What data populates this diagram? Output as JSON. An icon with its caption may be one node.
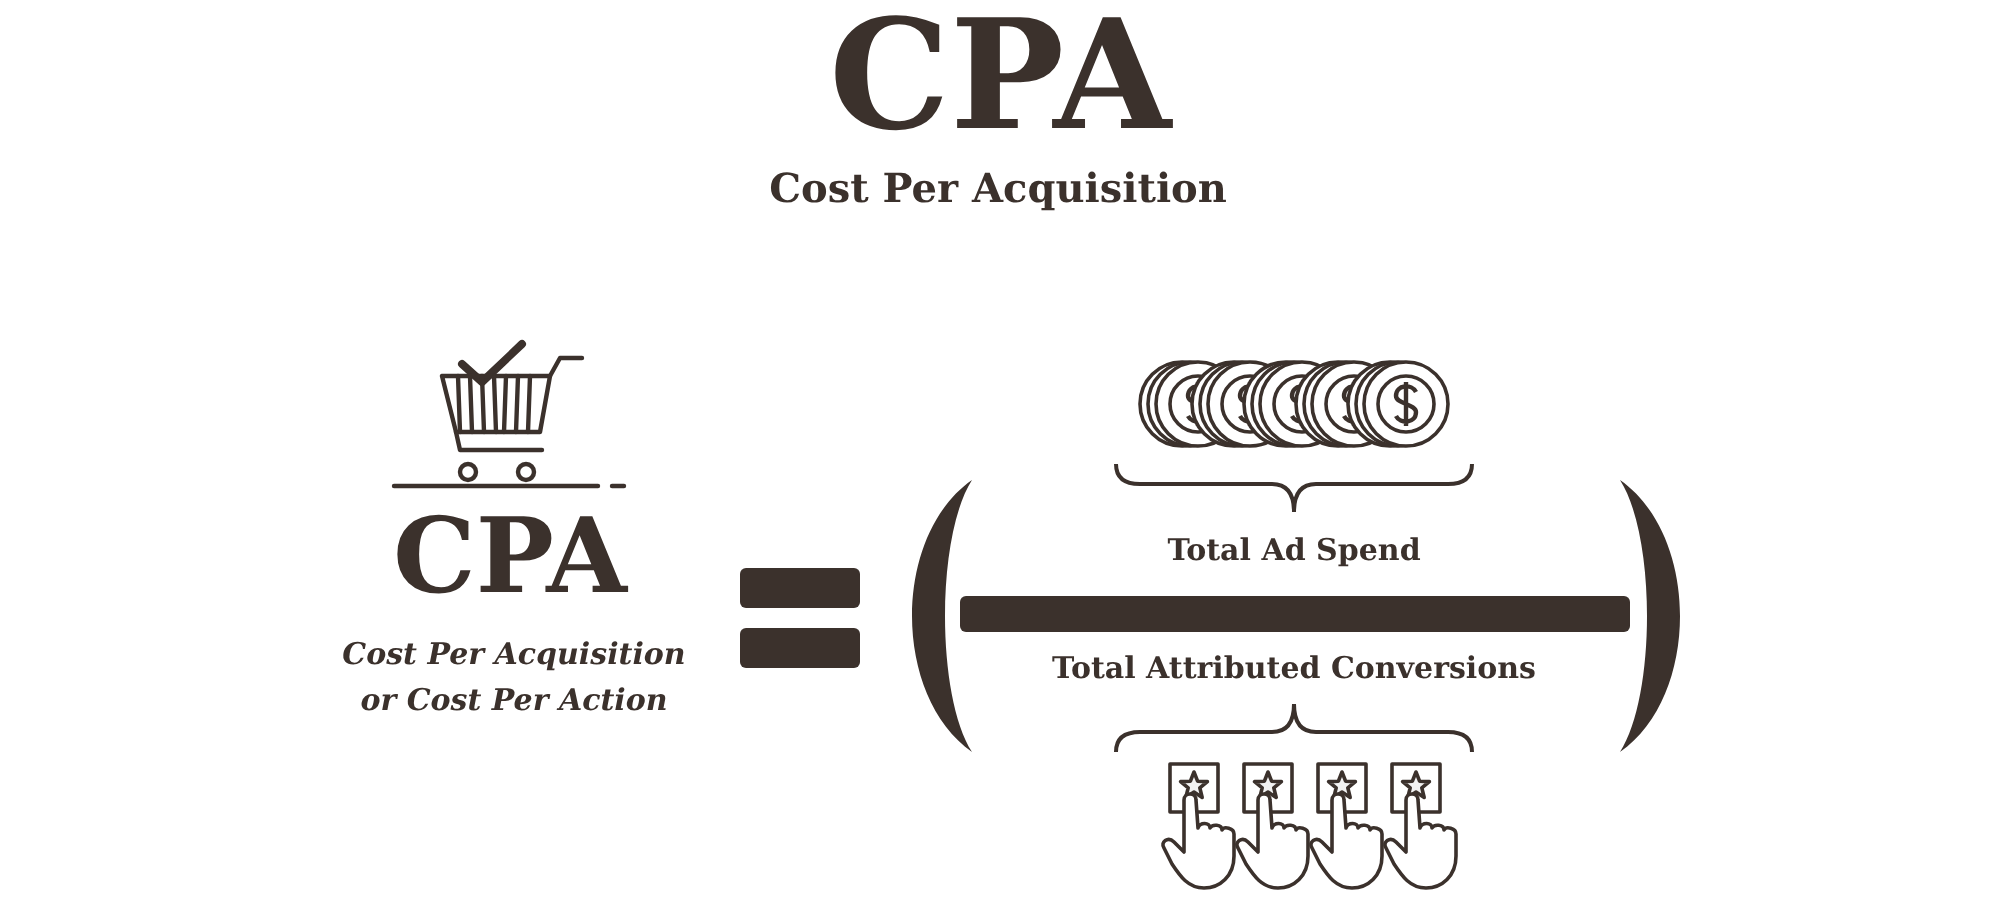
{
  "diagram": {
    "title": "CPA",
    "labels": [
      "Cost Per Acquisition",
      "CPA",
      "Cost Per Acquisition or Cost Per Action",
      "Total Ad Spend",
      "Total Attributed Conversions"
    ]
  }
}
